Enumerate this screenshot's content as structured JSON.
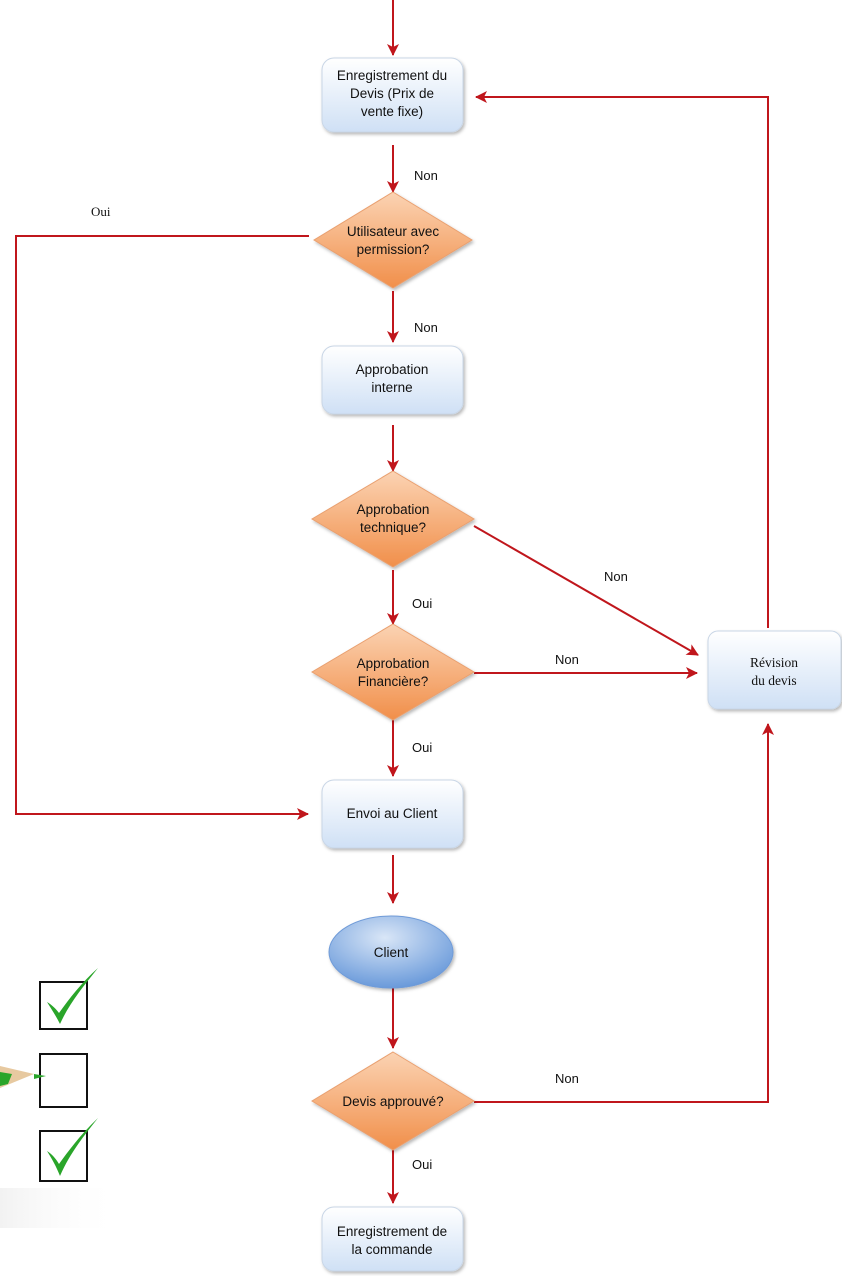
{
  "colors": {
    "arrow": "#c0161c",
    "process_fill_top": "#ffffff",
    "process_fill_bottom": "#cfe0f5",
    "decision_fill_top": "#fbd3b3",
    "decision_fill_bottom": "#f18f4a",
    "terminal_fill_top": "#c9dbf3",
    "terminal_fill_bottom": "#5a8fd6",
    "checkmark": "#2aa52a"
  },
  "nodes": {
    "enregistrement_devis": {
      "lines": [
        "Enregistrement du",
        "Devis (Prix de",
        "vente fixe)"
      ]
    },
    "utilisateur_permission": {
      "lines": [
        "Utilisateur avec",
        "permission?"
      ]
    },
    "approbation_interne": {
      "lines": [
        "Approbation",
        "interne"
      ]
    },
    "approbation_technique": {
      "lines": [
        "Approbation",
        "technique?"
      ]
    },
    "approbation_financiere": {
      "lines": [
        "Approbation",
        "Financière?"
      ]
    },
    "envoi_client": {
      "lines": [
        "Envoi au Client"
      ]
    },
    "client": {
      "lines": [
        "Client"
      ]
    },
    "devis_approuve": {
      "lines": [
        "Devis approuvé?"
      ]
    },
    "enregistrement_commande": {
      "lines": [
        "Enregistrement de",
        "la commande"
      ]
    },
    "revision_devis": {
      "lines": [
        "Révision",
        "du devis"
      ]
    }
  },
  "edge_labels": {
    "non_1": "Non",
    "oui_permission": "Oui",
    "non_2": "Non",
    "non_technique": "Non",
    "oui_technique": "Oui",
    "non_financiere": "Non",
    "oui_financiere": "Oui",
    "non_approuve": "Non",
    "oui_approuve": "Oui"
  },
  "checklist": {
    "items": [
      {
        "checked": true
      },
      {
        "checked": false
      },
      {
        "checked": true
      }
    ]
  }
}
